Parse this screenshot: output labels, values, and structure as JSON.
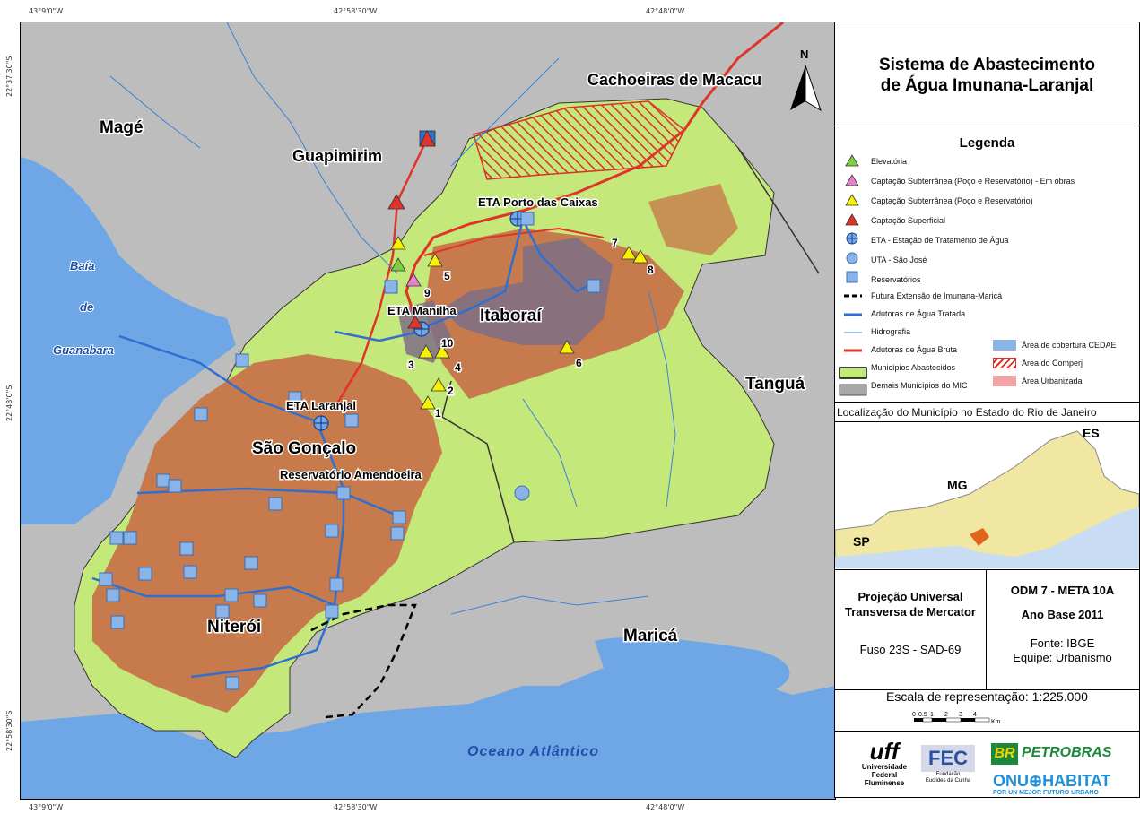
{
  "coords": {
    "top": [
      "43°9'0\"W",
      "42°58'30\"W",
      "42°48'0\"W"
    ],
    "bottom": [
      "43°9'0\"W",
      "42°58'30\"W",
      "42°48'0\"W"
    ],
    "left": [
      "22°37'30\"S",
      "22°48'0\"S",
      "22°58'30\"S"
    ]
  },
  "map": {
    "places": {
      "mage": "Magé",
      "guapimirim": "Guapimirim",
      "cachoeiras": "Cachoeiras de Macacu",
      "baia1": "Baía",
      "baia2": "de",
      "baia3": "Guanabara",
      "itaborai": "Itaboraí",
      "tangua": "Tanguá",
      "sao_goncalo": "São Gonçalo",
      "niteroi": "Niterói",
      "marica": "Maricá",
      "oceano": "Oceano Atlântico"
    },
    "facilities": {
      "eta_porto": "ETA Porto das Caixas",
      "eta_manilha": "ETA Manilha",
      "eta_laranjal": "ETA Laranjal",
      "reservatorio": "Reservatório Amendoeira"
    },
    "numbers": [
      "1",
      "2",
      "3",
      "4",
      "5",
      "6",
      "7",
      "8",
      "9",
      "10"
    ],
    "north": "N"
  },
  "panel": {
    "title_line1": "Sistema de Abastecimento",
    "title_line2": "de Água Imunana-Laranjal",
    "legend_title": "Legenda",
    "legend": [
      "Elevatória",
      "Captação Subterrânea (Poço e Reservatório) - Em obras",
      "Captação Subterrânea (Poço e Reservatório)",
      "Captação Superficial",
      "ETA - Estação de Tratamento de Água",
      "UTA - São José",
      "Reservatórios",
      "Futura Extensão de Imunana-Maricá",
      "Adutoras de Água Tratada",
      "Hidrografia",
      "Adutoras de Água Bruta",
      "Municípios Abastecidos",
      "Demais Municípios do MIC"
    ],
    "legend_right": [
      "Área de cobertura CEDAE",
      "Área do Comperj",
      "Área Urbanizada"
    ],
    "inset_title": "Localização do Município no Estado do Rio de Janeiro",
    "inset_labels": {
      "mg": "MG",
      "es": "ES",
      "sp": "SP"
    },
    "projection1": "Projeção Universal",
    "projection2": "Transversa de Mercator",
    "fuso": "Fuso 23S - SAD-69",
    "odm": "ODM 7 - META 10A",
    "ano": "Ano Base 2011",
    "fonte": "Fonte: IBGE",
    "equipe": "Equipe: Urbanismo",
    "escala": "Escala de representação:  1:225.000",
    "scale_ticks": [
      "0",
      "0.5",
      "1",
      "2",
      "3",
      "4"
    ],
    "scale_unit": "Km",
    "logos": {
      "uff": "uff",
      "uff_sub": [
        "Universidade",
        "Federal",
        "Fluminense"
      ],
      "fec": "FEC",
      "fec_sub": [
        "Fundação",
        "Euclides da Cunha"
      ],
      "br": "BR",
      "petrobras": "PETROBRAS",
      "onu": "ONU⊕HABITAT",
      "onu_sub": "POR UN MEJOR FUTURO URBANO"
    }
  },
  "colors": {
    "served": "#c5e87a",
    "urban": "#c77a4b",
    "grey": "#a8a8a8",
    "water": "#6fa7e6",
    "raw_main": "#e0342a",
    "treated": "#2f6fd1",
    "river": "#3b82d6",
    "cedae": "#7e6e86",
    "comperj": "#d9312b",
    "reservoir": "#8ab4e8"
  }
}
